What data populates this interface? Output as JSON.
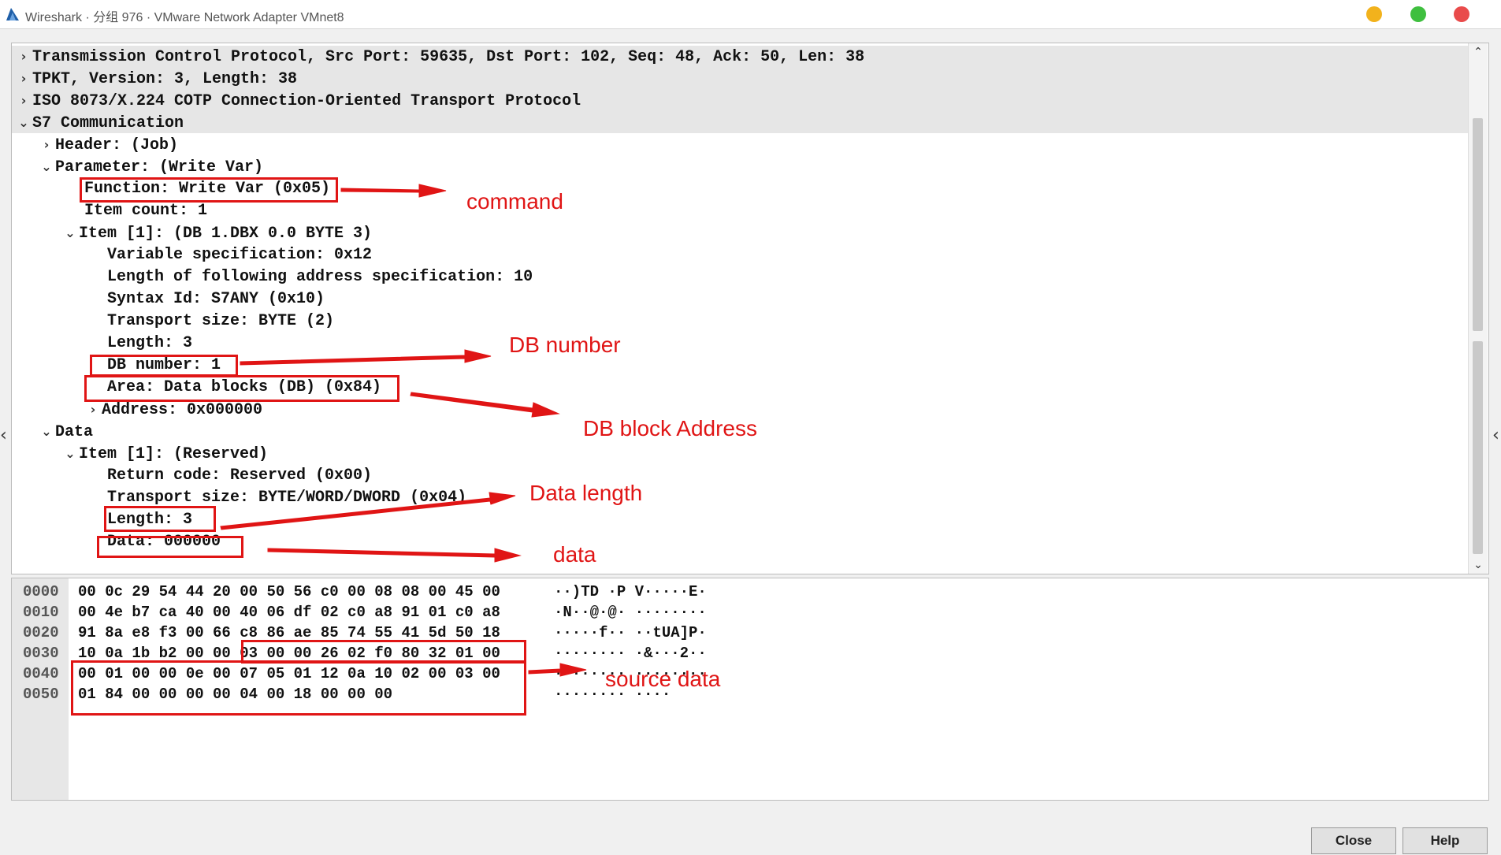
{
  "window": {
    "title": "Wireshark · 分组 976 · VMware Network Adapter VMnet8",
    "icon": "wireshark-fin-icon"
  },
  "tree": [
    {
      "text": "Transmission Control Protocol, Src Port: 59635, Dst Port: 102, Seq: 48, Ack: 50, Len: 38",
      "twisty": "›"
    },
    {
      "text": "TPKT, Version: 3, Length: 38",
      "twisty": "›"
    },
    {
      "text": "ISO 8073/X.224 COTP Connection-Oriented Transport Protocol",
      "twisty": "›"
    },
    {
      "text": "S7 Communication",
      "twisty": "⌄"
    },
    {
      "text": "Header: (Job)",
      "twisty": "›"
    },
    {
      "text": "Parameter: (Write Var)",
      "twisty": "⌄"
    },
    {
      "text": "Function: Write Var (0x05)",
      "twisty": ""
    },
    {
      "text": "Item count: 1",
      "twisty": ""
    },
    {
      "text": "Item [1]: (DB 1.DBX 0.0 BYTE 3)",
      "twisty": "⌄"
    },
    {
      "text": "Variable specification: 0x12",
      "twisty": ""
    },
    {
      "text": "Length of following address specification: 10",
      "twisty": ""
    },
    {
      "text": "Syntax Id: S7ANY (0x10)",
      "twisty": ""
    },
    {
      "text": "Transport size: BYTE (2)",
      "twisty": ""
    },
    {
      "text": "Length: 3",
      "twisty": ""
    },
    {
      "text": "DB number: 1",
      "twisty": ""
    },
    {
      "text": "Area: Data blocks (DB) (0x84)",
      "twisty": ""
    },
    {
      "text": "Address: 0x000000",
      "twisty": "›"
    },
    {
      "text": "Data",
      "twisty": "⌄"
    },
    {
      "text": "Item [1]: (Reserved)",
      "twisty": "⌄"
    },
    {
      "text": "Return code: Reserved (0x00)",
      "twisty": ""
    },
    {
      "text": "Transport size: BYTE/WORD/DWORD (0x04)",
      "twisty": ""
    },
    {
      "text": "Length: 3",
      "twisty": ""
    },
    {
      "text": "Data: 000000",
      "twisty": ""
    }
  ],
  "hex": [
    {
      "offset": "0000",
      "bytes": "00 0c 29 54 44 20 00 50  56 c0 00 08 08 00 45 00",
      "ascii": "··)TD ·P V·····E·"
    },
    {
      "offset": "0010",
      "bytes": "00 4e b7 ca 40 00 40 06  df 02 c0 a8 91 01 c0 a8",
      "ascii": "·N··@·@· ········"
    },
    {
      "offset": "0020",
      "bytes": "91 8a e8 f3 00 66 c8 86  ae 85 74 55 41 5d 50 18",
      "ascii": "·····f·· ··tUA]P·"
    },
    {
      "offset": "0030",
      "bytes": "10 0a 1b b2 00 00 03 00  00 26 02 f0 80 32 01 00",
      "ascii": "········ ·&···2··"
    },
    {
      "offset": "0040",
      "bytes": "00 01 00 00 0e 00 07 05  01 12 0a 10 02 00 03 00",
      "ascii": "········ ········"
    },
    {
      "offset": "0050",
      "bytes": "01 84 00 00 00 00 04 00  18 00 00 00",
      "ascii": "········ ····"
    }
  ],
  "annotations": {
    "command": "command",
    "db_number": "DB number",
    "db_block_address": "DB block Address",
    "data_length": "Data length",
    "data": "data",
    "source_data": "source data",
    "color": "#e01515"
  },
  "buttons": {
    "close": "Close",
    "help": "Help"
  },
  "scrollbar": {
    "up": "⌃",
    "down": "⌄"
  },
  "side": {
    "left": "‹",
    "right": "‹"
  }
}
